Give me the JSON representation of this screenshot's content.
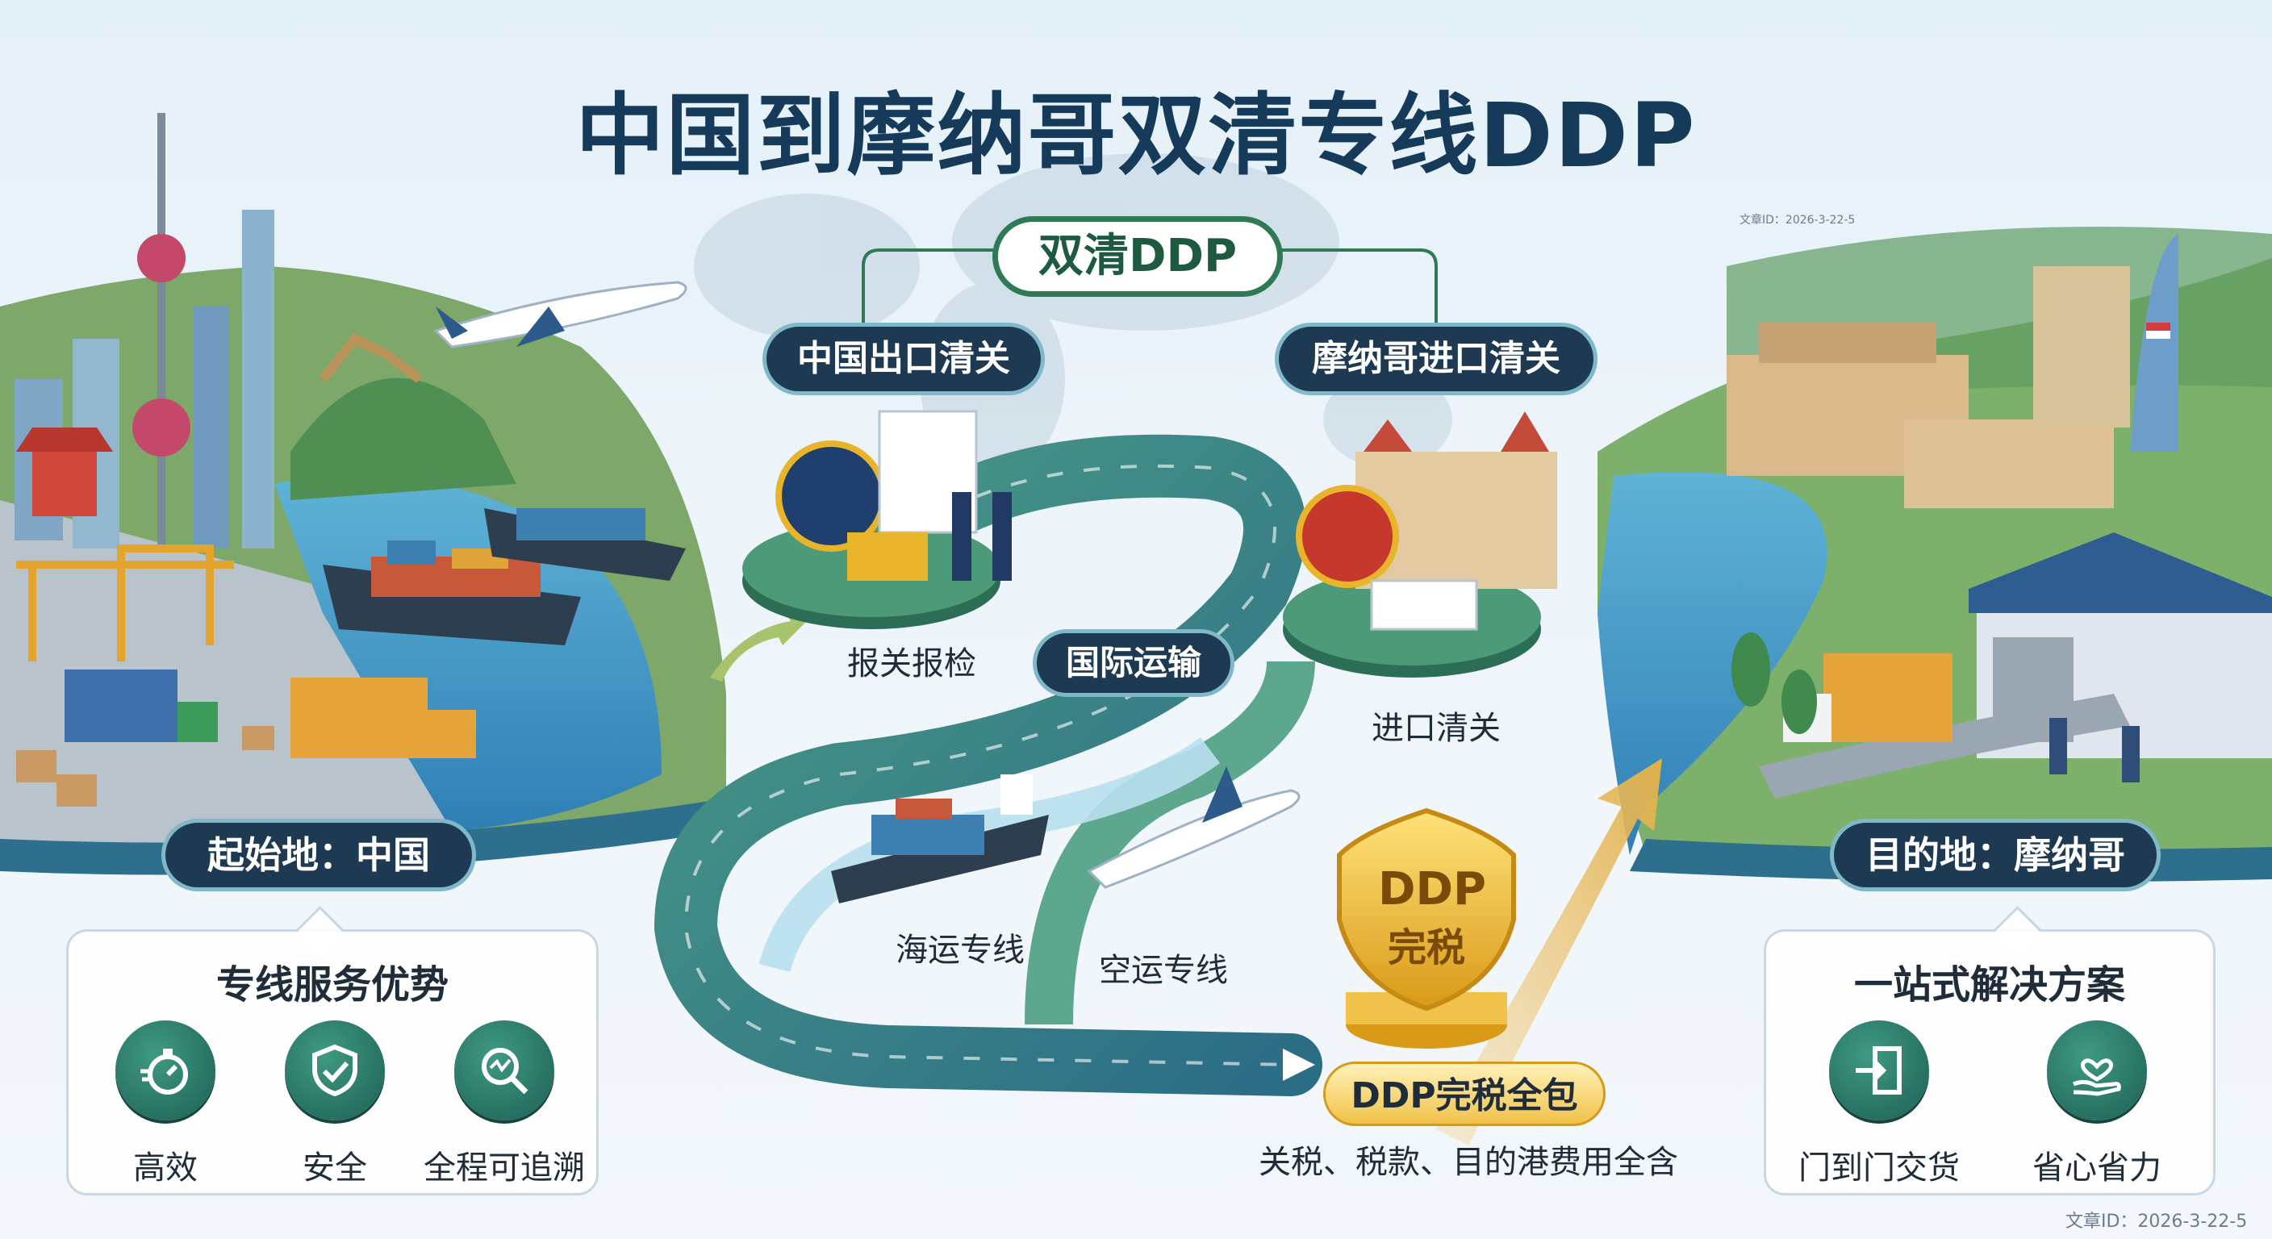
{
  "title": "中国到摩纳哥双清专线DDP",
  "center_badge": "双清DDP",
  "export_clearance": {
    "title": "中国出口清关",
    "caption": "报关报检"
  },
  "import_clearance": {
    "title": "摩纳哥进口清关",
    "caption": "进口清关"
  },
  "transport": {
    "title": "国际运输",
    "sea": "海运专线",
    "air": "空运专线"
  },
  "ddp": {
    "shield_line1": "DDP",
    "shield_line2": "完税",
    "label": "DDP完税全包",
    "note": "关税、税款、目的港费用全含"
  },
  "origin": "起始地：中国",
  "destination": "目的地：摩纳哥",
  "advantages": {
    "title": "专线服务优势",
    "items": [
      {
        "label": "高效",
        "icon": "stopwatch-icon"
      },
      {
        "label": "安全",
        "icon": "shield-check-icon"
      },
      {
        "label": "全程可追溯",
        "icon": "magnify-track-icon"
      }
    ]
  },
  "solution": {
    "title": "一站式解决方案",
    "items": [
      {
        "label": "门到门交货",
        "icon": "door-arrow-icon"
      },
      {
        "label": "省心省力",
        "icon": "hand-heart-icon"
      }
    ]
  },
  "article_id": "文章ID：2026-3-22-5",
  "colors": {
    "title": "#163a5a",
    "pill_dark": "#1e3a52",
    "badge_green": "#2f7a55",
    "gold": "#e8b52a",
    "teal": "#2a7a6e",
    "road": "#3f8a78"
  }
}
